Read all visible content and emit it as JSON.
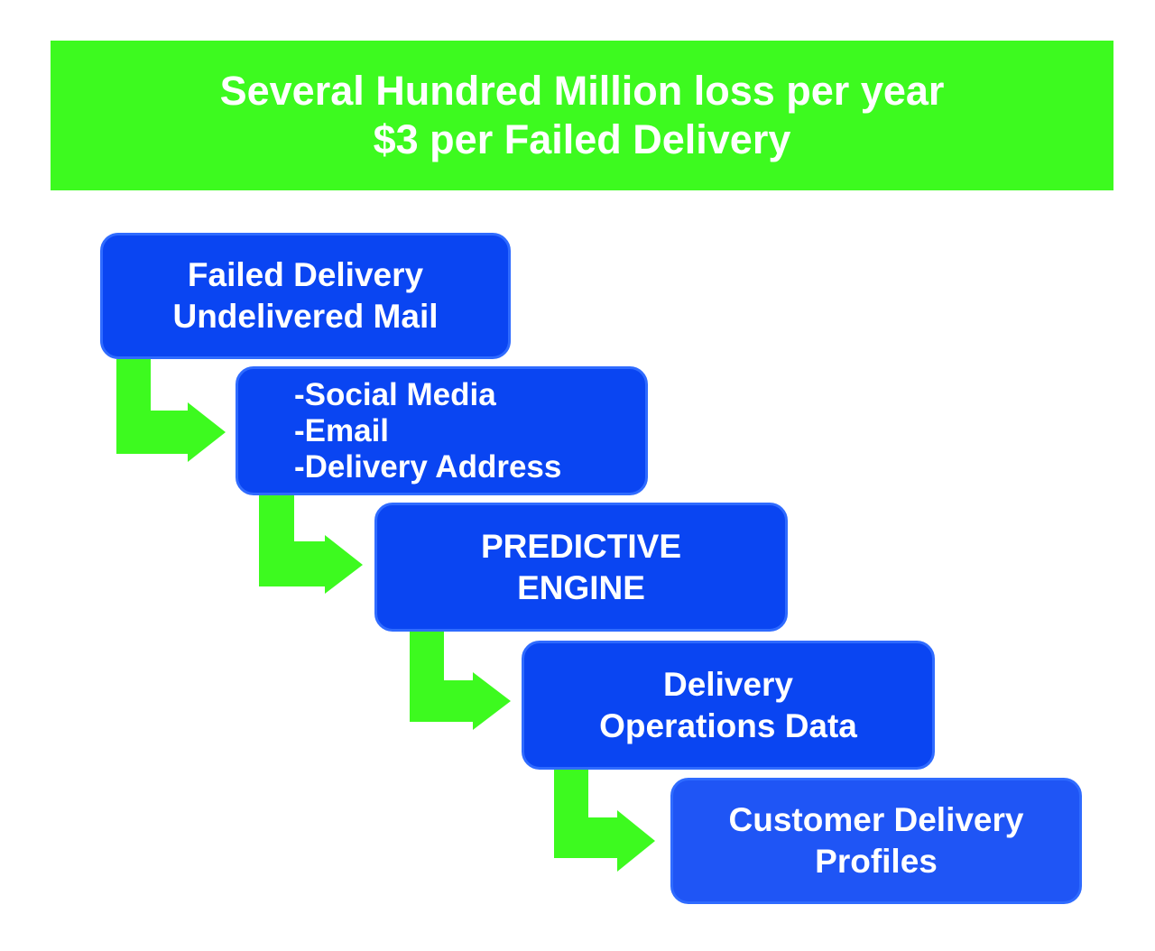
{
  "banner": {
    "line1": "Several Hundred Million loss per year",
    "line2": "$3 per Failed Delivery"
  },
  "steps": [
    {
      "lines": [
        "Failed Delivery",
        "Undelivered Mail"
      ]
    },
    {
      "lines": [
        "-Social Media",
        "-Email",
        "-Delivery Address"
      ]
    },
    {
      "lines": [
        "PREDICTIVE",
        "ENGINE"
      ]
    },
    {
      "lines": [
        "Delivery",
        "Operations Data"
      ]
    },
    {
      "lines": [
        "Customer Delivery",
        "Profiles"
      ]
    }
  ],
  "colors": {
    "banner": "#3dfa1f",
    "box": "#0a45f2",
    "arrow": "#3dfa1f",
    "text": "#ffffff"
  }
}
